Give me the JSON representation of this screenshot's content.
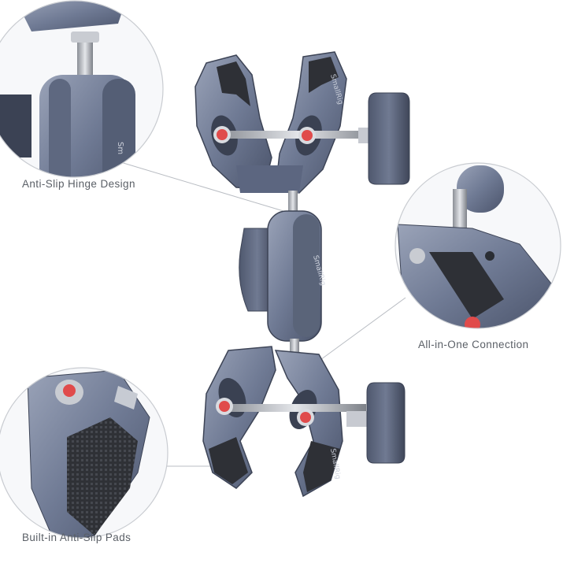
{
  "callouts": [
    {
      "id": "hinge",
      "text": "Anti-Slip Hinge Design"
    },
    {
      "id": "connection",
      "text": "All-in-One Connection"
    },
    {
      "id": "pads",
      "text": "Built-in Anti-Slip Pads"
    }
  ],
  "product": {
    "brand_mark": "SmallRig",
    "accent_color": "#e04b4b",
    "metal_color": "#6f7a94",
    "pad_color": "#2d2f33"
  }
}
